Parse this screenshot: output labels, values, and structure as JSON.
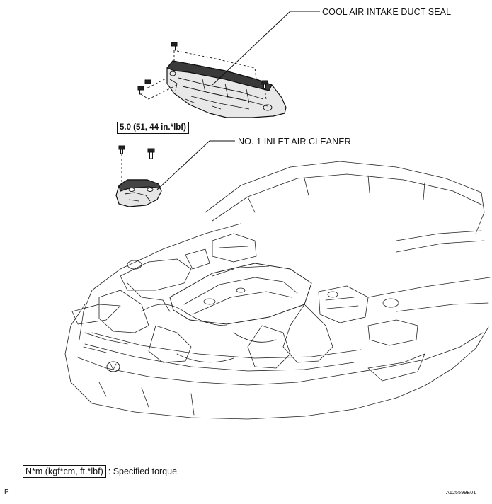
{
  "labels": {
    "duct_seal": "COOL AIR INTAKE DUCT SEAL",
    "inlet_cleaner": "NO. 1 INLET AIR CLEANER",
    "torque_value": "5.0 (51, 44 in.*lbf)"
  },
  "legend": {
    "unit_box": "N*m (kgf*cm, ft.*lbf)",
    "description": ": Specified torque"
  },
  "corner": {
    "left": "P",
    "right": "A125599E01"
  }
}
